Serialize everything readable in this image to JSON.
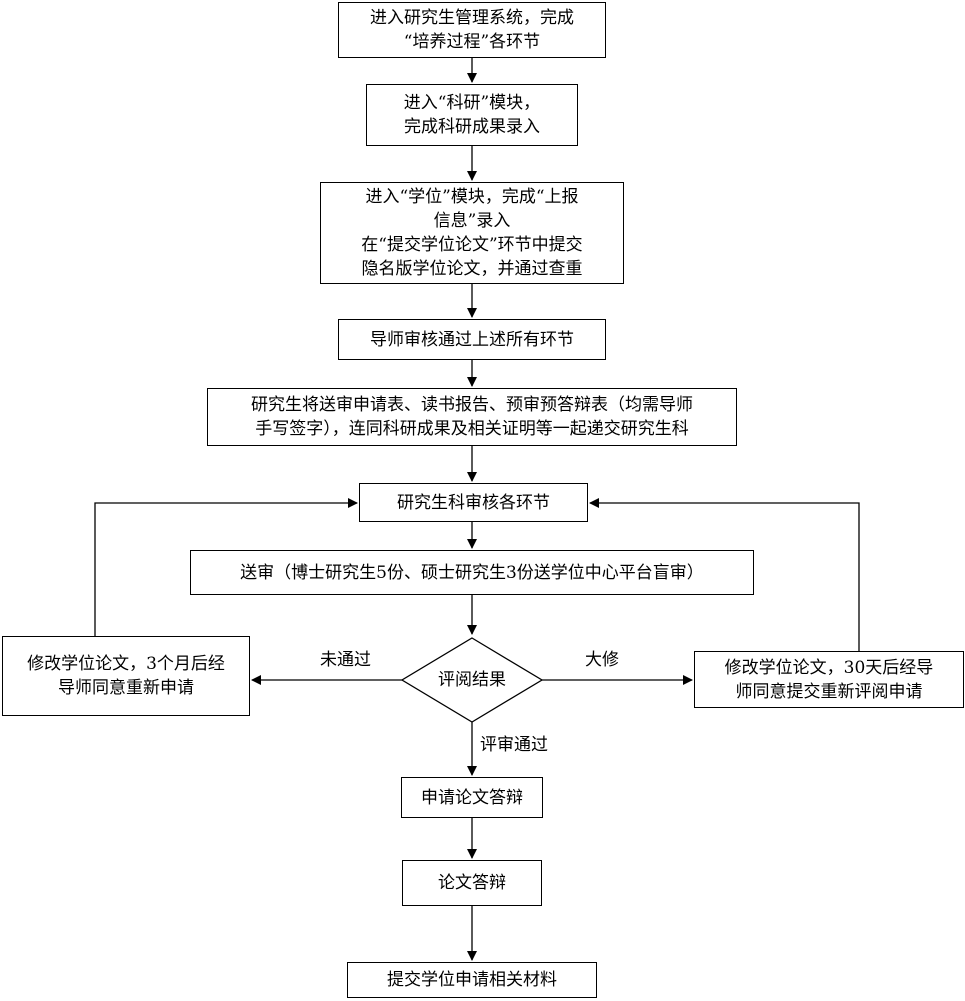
{
  "nodes": {
    "step1": [
      "进入研究生管理系统，完成",
      "“培养过程”各环节"
    ],
    "step2": [
      "进入“科研”模块，",
      "完成科研成果录入"
    ],
    "step3": [
      "进入“学位”模块，完成“上报",
      "信息”录入",
      "在“提交学位论文”环节中提交",
      "隐名版学位论文，并通过查重"
    ],
    "step4": [
      "导师审核通过上述所有环节"
    ],
    "step5": [
      "研究生将送审申请表、读书报告、预审预答辩表（均需导师",
      "手写签字），连同科研成果及相关证明等一起递交研究生科"
    ],
    "step6": [
      "研究生科审核各环节"
    ],
    "step7": [
      "送审（博士研究生5份、硕士研究生3份送学位中心平台盲审）"
    ],
    "decision": [
      "评阅结果"
    ],
    "left_branch": [
      "修改学位论文，3个月后经",
      "导师同意重新申请"
    ],
    "right_branch": [
      "修改学位论文，30天后经导",
      "师同意提交重新评阅申请"
    ],
    "step8": [
      "申请论文答辩"
    ],
    "step9": [
      "论文答辩"
    ],
    "step10": [
      "提交学位申请相关材料"
    ]
  },
  "edge_labels": {
    "fail": "未通过",
    "major_revision": "大修",
    "pass": "评审通过"
  }
}
